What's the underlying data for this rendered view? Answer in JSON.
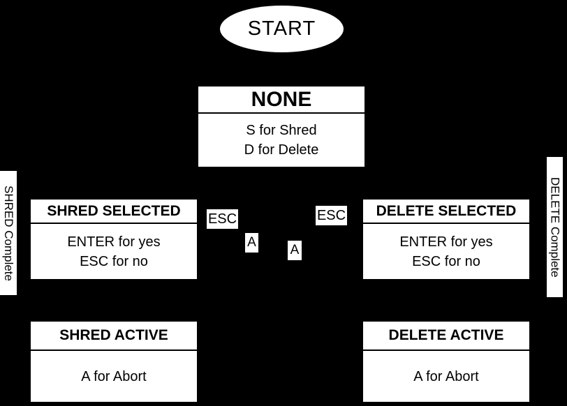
{
  "colors": {
    "background": "#000000",
    "node_fill": "#ffffff",
    "node_text": "#000000"
  },
  "start_node": {
    "label": "START"
  },
  "states": {
    "none": {
      "title": "NONE",
      "line1": "S for Shred",
      "line2": "D for Delete"
    },
    "shred_selected": {
      "title": "SHRED SELECTED",
      "line1": "ENTER for yes",
      "line2": "ESC for no"
    },
    "delete_selected": {
      "title": "DELETE SELECTED",
      "line1": "ENTER for yes",
      "line2": "ESC for no"
    },
    "shred_active": {
      "title": "SHRED ACTIVE",
      "line1": "A for Abort"
    },
    "delete_active": {
      "title": "DELETE ACTIVE",
      "line1": "A for Abort"
    }
  },
  "edge_labels": {
    "esc_left": "ESC",
    "esc_right": "ESC",
    "abort_left": "A",
    "abort_right": "A",
    "shred_complete": "SHRED Complete",
    "delete_complete": "DELETE Complete"
  }
}
